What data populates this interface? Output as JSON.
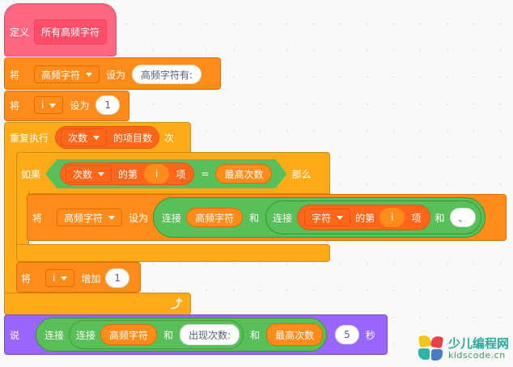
{
  "define_block": {
    "label": "定义",
    "procedure_name": "所有高频字符"
  },
  "set_block_1": {
    "label_set": "将",
    "variable": "高频字符",
    "label_to": "设为",
    "value": "高频字符有:"
  },
  "set_block_2": {
    "label_set": "将",
    "variable": "i",
    "label_to": "设为",
    "value": "1"
  },
  "repeat_block": {
    "label": "重复执行",
    "list": "次数",
    "list_length_label": "的项目数",
    "times_label": "次"
  },
  "if_block": {
    "label_if": "如果",
    "list": "次数",
    "item_of_label": "的第",
    "index_var": "i",
    "item_label": "项",
    "eq": "=",
    "compare_var": "最高次数",
    "label_then": "那么"
  },
  "set_block_3": {
    "label_set": "将",
    "variable": "高频字符",
    "label_to": "设为",
    "join_label": "连接",
    "join_var": "高频字符",
    "and_label": "和",
    "inner_join_label": "连接",
    "inner_list": "字符",
    "inner_item_of_label": "的第",
    "inner_index_var": "i",
    "inner_item_label": "项",
    "inner_and_label": "和",
    "inner_value": "、"
  },
  "change_block": {
    "label_change": "将",
    "variable": "i",
    "label_by": "增加",
    "value": "1"
  },
  "say_block": {
    "label": "说",
    "join_label": "连接",
    "inner_join_label": "连接",
    "var1": "高频字符",
    "and1": "和",
    "text1": "出现次数:",
    "and2": "和",
    "var2": "最高次数",
    "seconds": "5",
    "seconds_label": "秒"
  },
  "watermark": {
    "text_cn": "少儿编程网",
    "text_en": "kidscode.cn"
  },
  "colors": {
    "events_pink": "#ff6680",
    "variables": "#ff8c1a",
    "control": "#ffab19",
    "operators": "#59c059",
    "looks": "#9966ff",
    "list": "#ff661a"
  }
}
